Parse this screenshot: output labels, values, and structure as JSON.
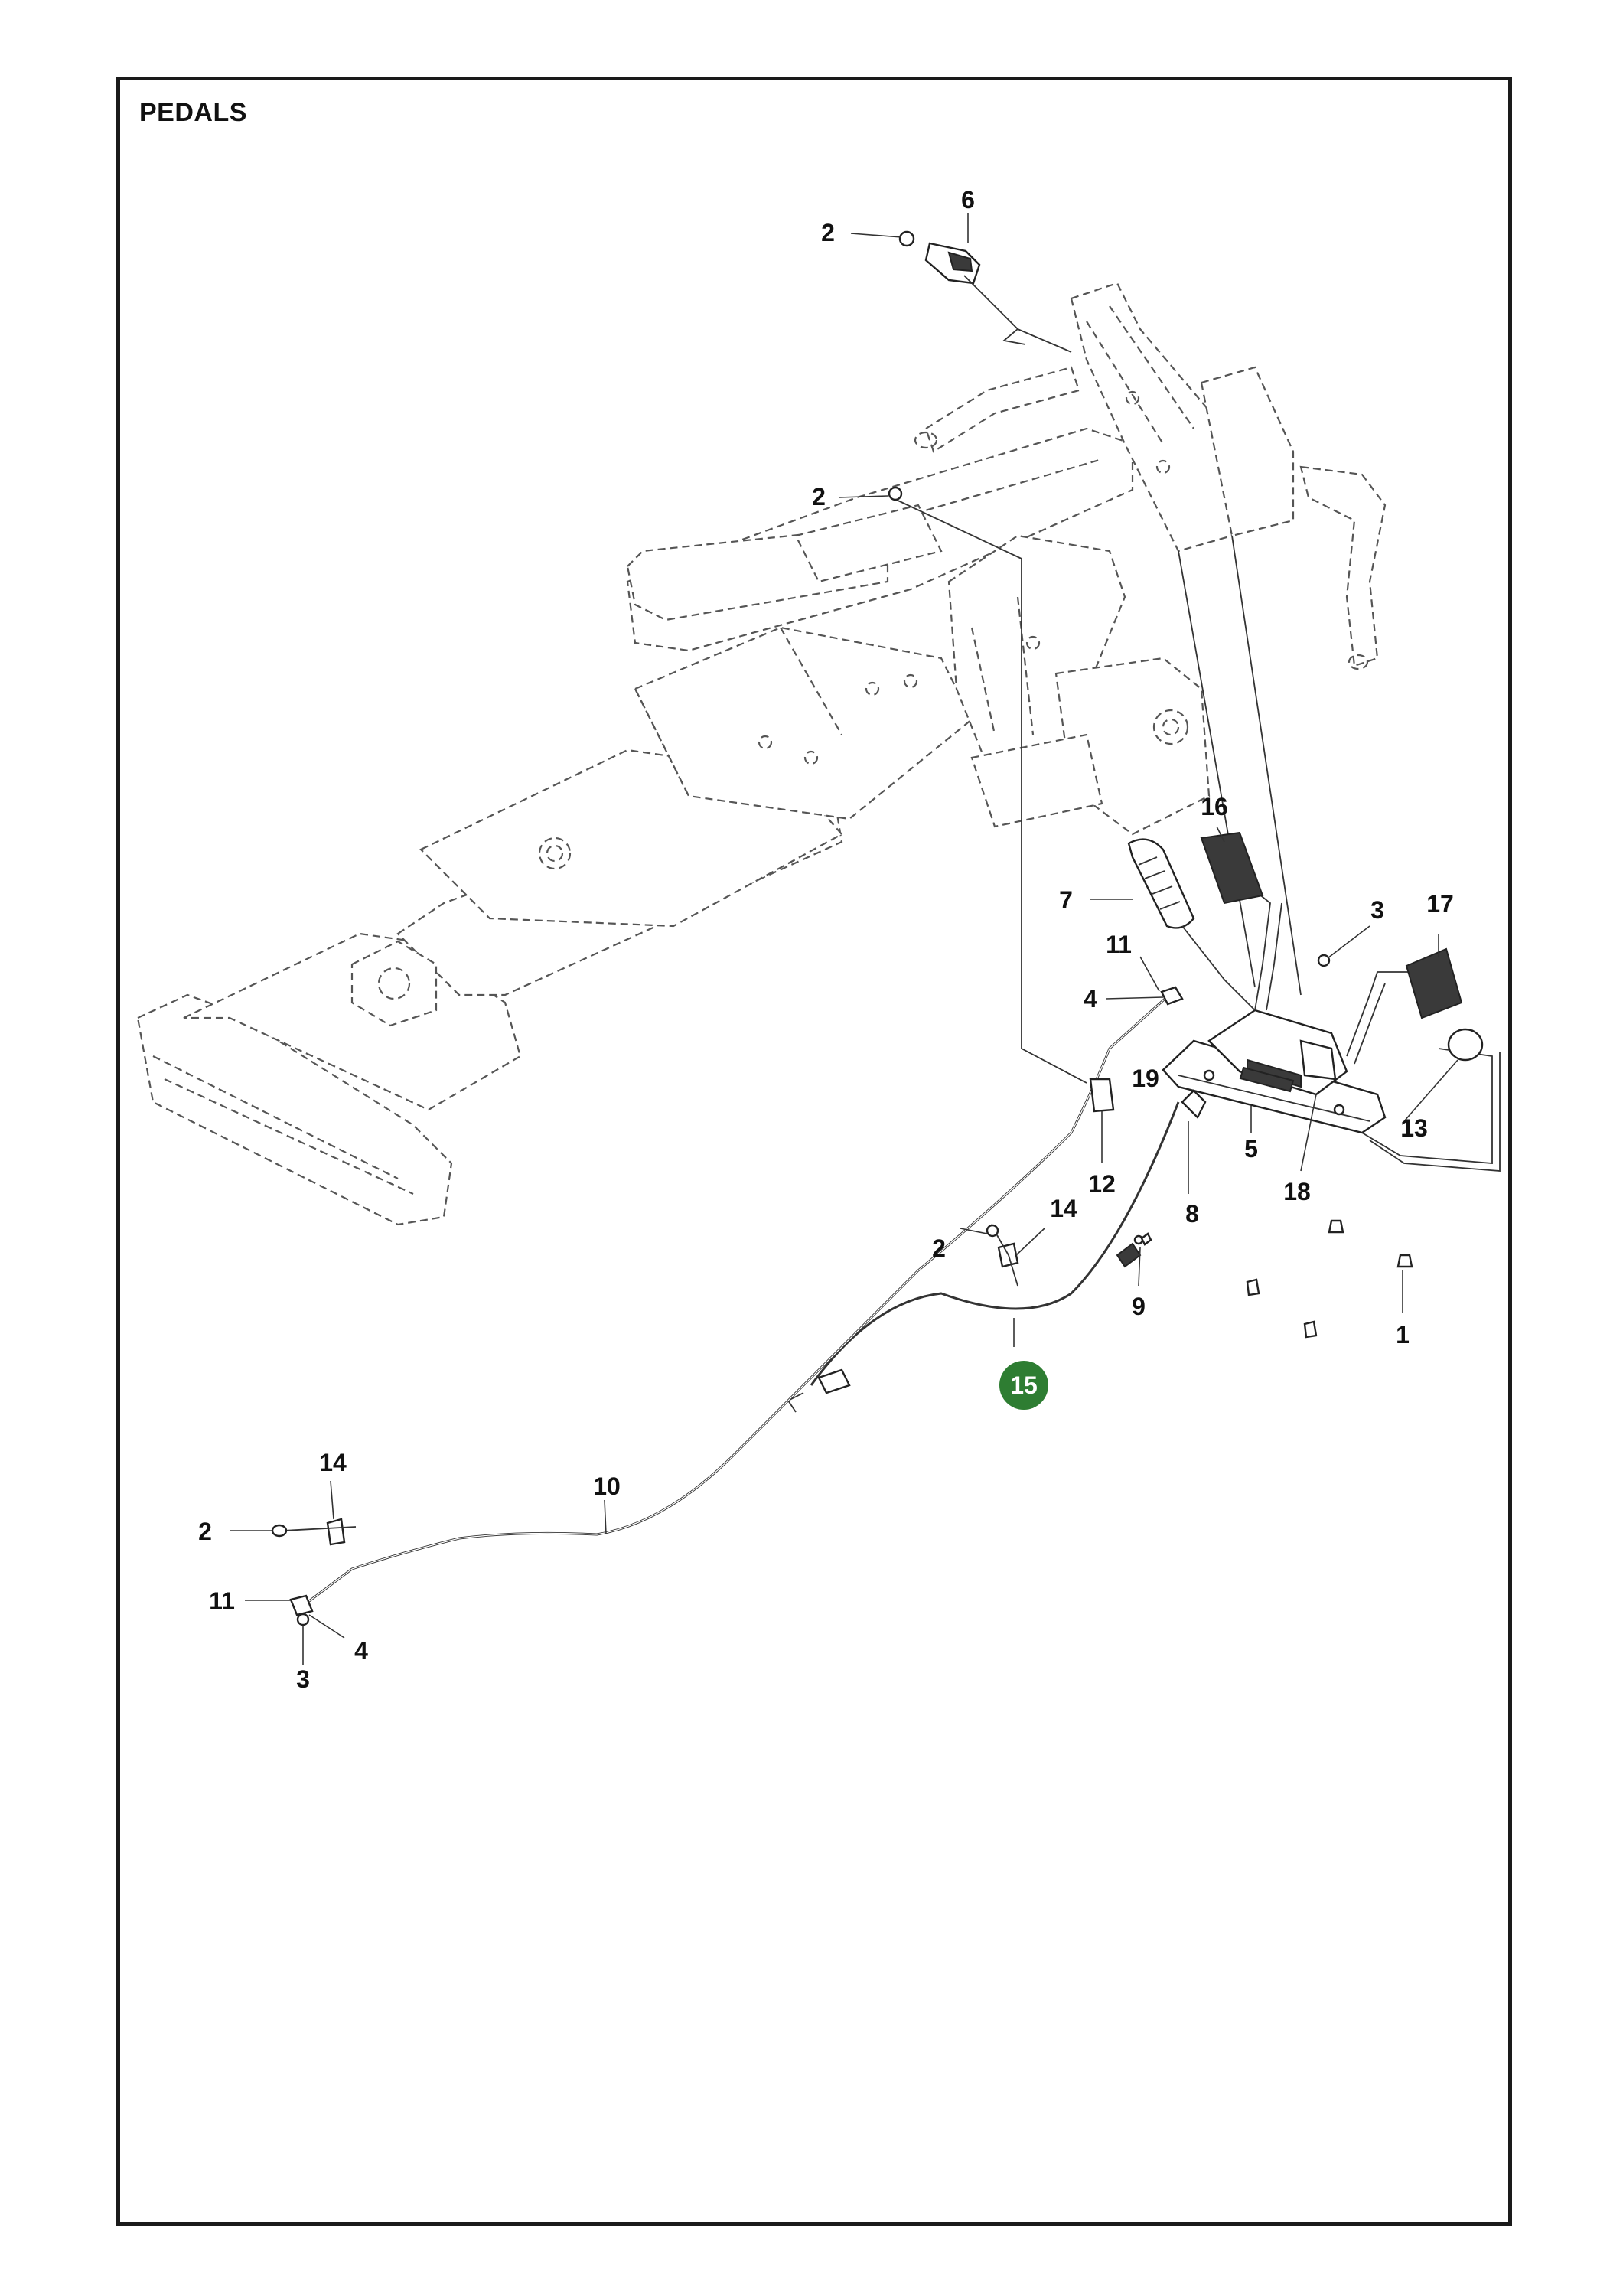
{
  "title": "PEDALS",
  "callouts": [
    {
      "id": "c2-top",
      "label": "2"
    },
    {
      "id": "c6",
      "label": "6"
    },
    {
      "id": "c2-mid",
      "label": "2"
    },
    {
      "id": "c16",
      "label": "16"
    },
    {
      "id": "c7",
      "label": "7"
    },
    {
      "id": "c3-right",
      "label": "3"
    },
    {
      "id": "c17",
      "label": "17"
    },
    {
      "id": "c11-right",
      "label": "11"
    },
    {
      "id": "c4-right",
      "label": "4"
    },
    {
      "id": "c19",
      "label": "19"
    },
    {
      "id": "c13",
      "label": "13"
    },
    {
      "id": "c12",
      "label": "12"
    },
    {
      "id": "c5",
      "label": "5"
    },
    {
      "id": "c18",
      "label": "18"
    },
    {
      "id": "c8",
      "label": "8"
    },
    {
      "id": "c14-right",
      "label": "14"
    },
    {
      "id": "c2-right",
      "label": "2"
    },
    {
      "id": "c9",
      "label": "9"
    },
    {
      "id": "c1",
      "label": "1"
    },
    {
      "id": "c15",
      "label": "15",
      "highlight": true
    },
    {
      "id": "c14-left",
      "label": "14"
    },
    {
      "id": "c10",
      "label": "10"
    },
    {
      "id": "c2-left",
      "label": "2"
    },
    {
      "id": "c11-left",
      "label": "11"
    },
    {
      "id": "c4-left",
      "label": "4"
    },
    {
      "id": "c3-left",
      "label": "3"
    }
  ],
  "colors": {
    "highlight": "#2e7d32",
    "frame": "#1a1a1a",
    "dashed_frame": "#555555",
    "ink": "#111111"
  }
}
